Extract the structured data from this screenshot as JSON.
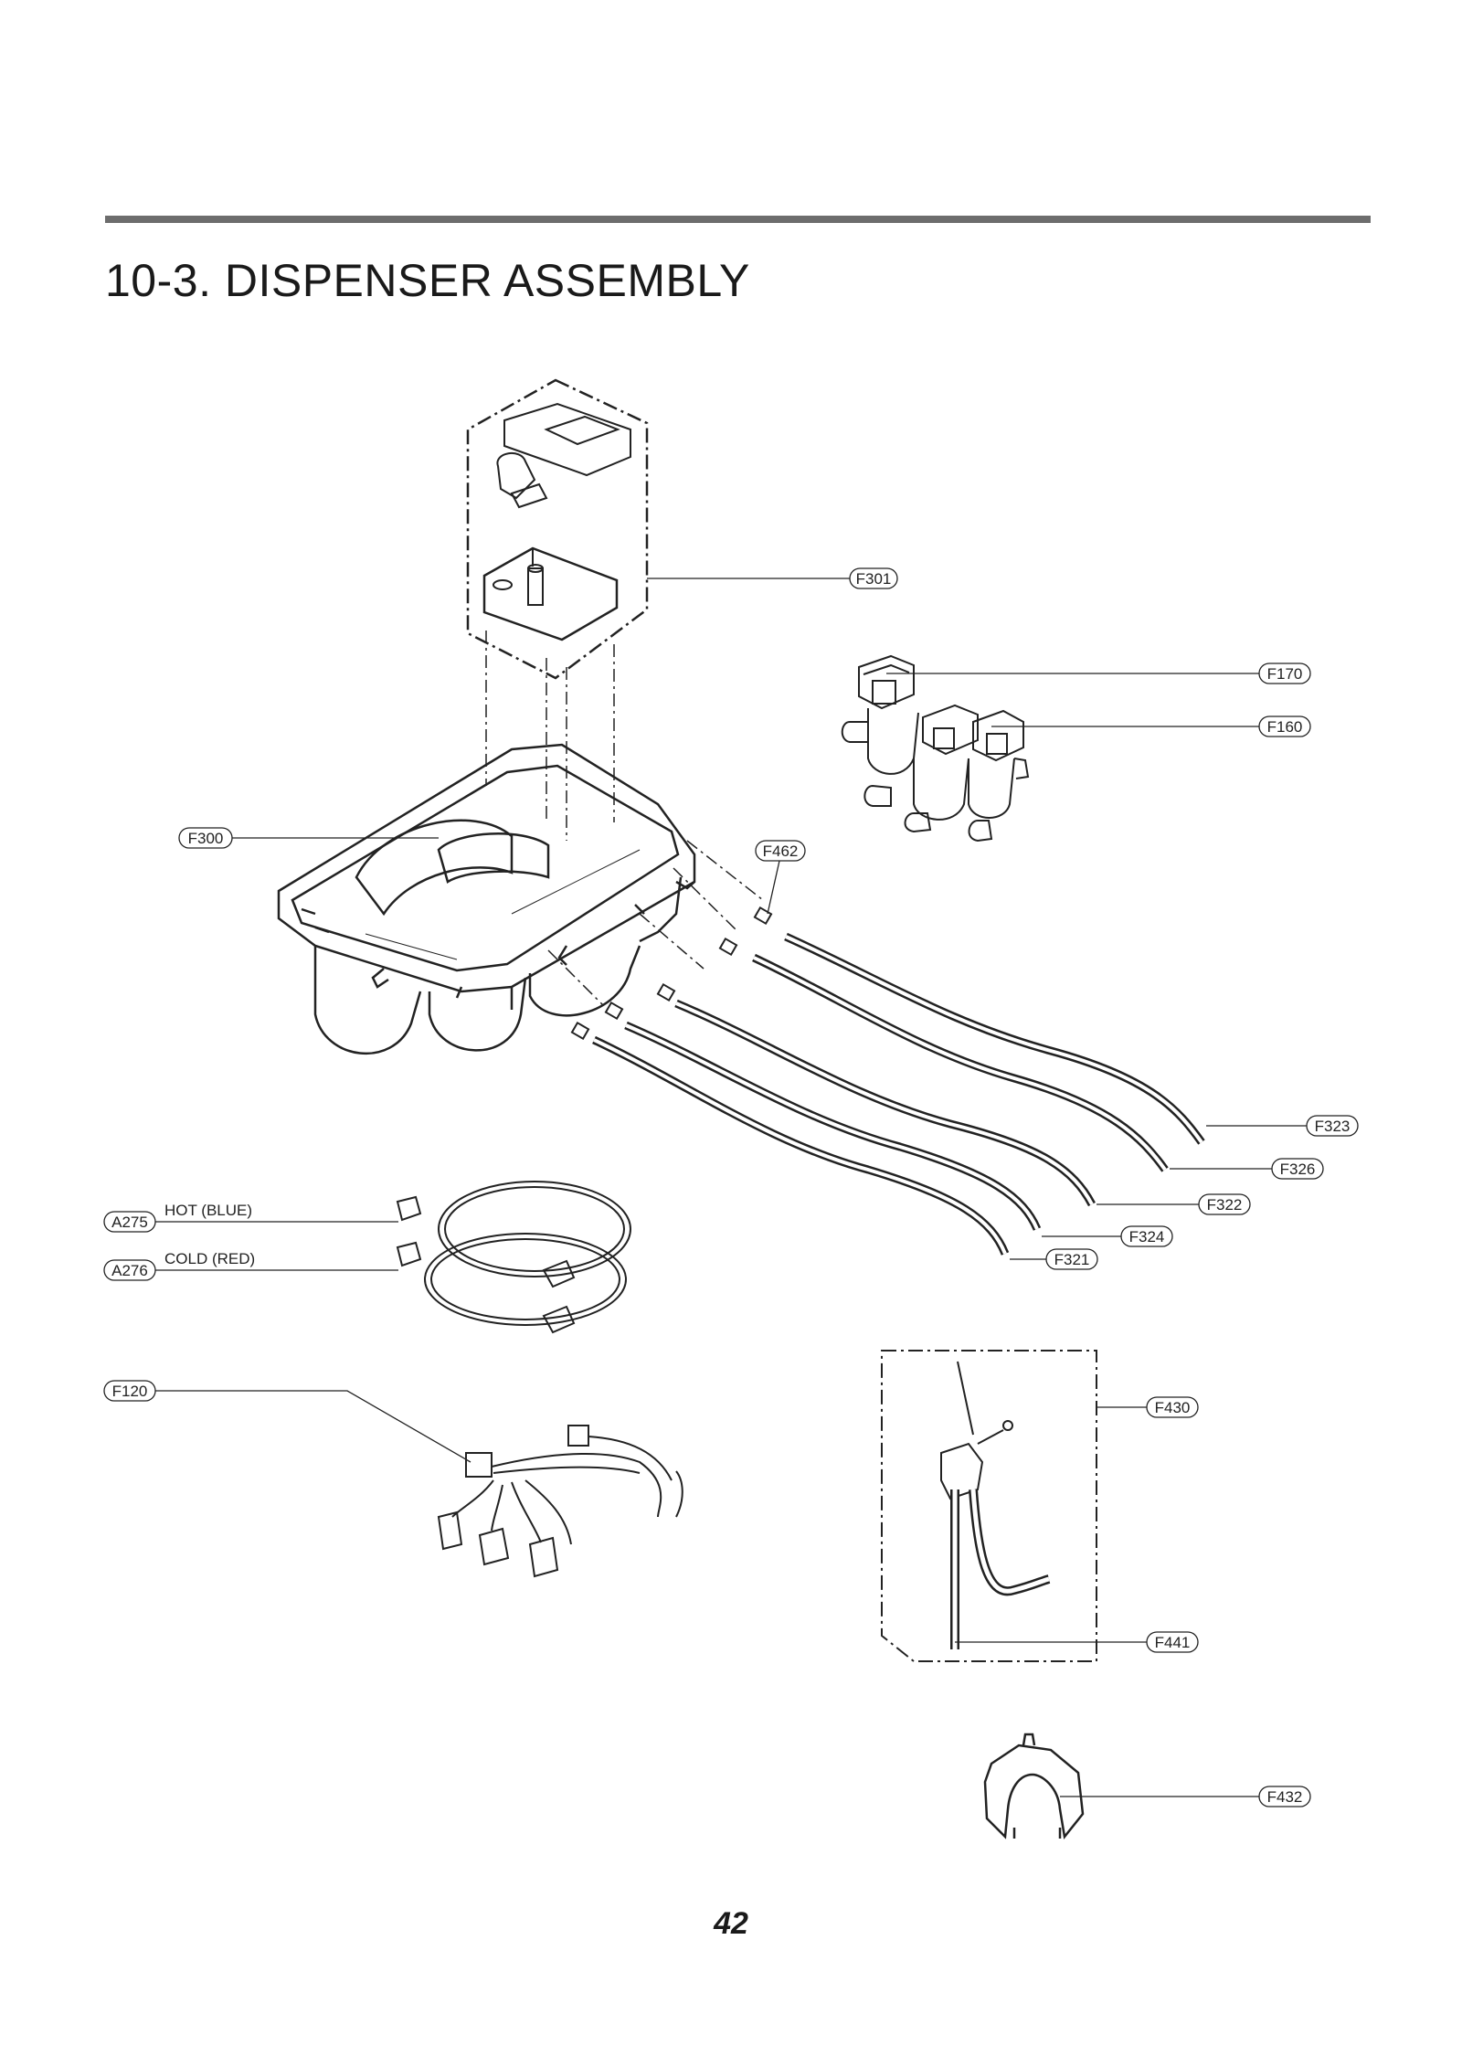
{
  "page": {
    "section_title": "10-3. DISPENSER ASSEMBLY",
    "page_number": "42"
  },
  "callouts": {
    "F301": "F301",
    "F170": "F170",
    "F160": "F160",
    "F300": "F300",
    "F462": "F462",
    "F323": "F323",
    "F326": "F326",
    "F322": "F322",
    "F324": "F324",
    "F321": "F321",
    "A275": "A275",
    "A276": "A276",
    "F120": "F120",
    "F430": "F430",
    "F441": "F441",
    "F432": "F432"
  },
  "labels": {
    "hot": "HOT (BLUE)",
    "cold": "COLD (RED)"
  }
}
